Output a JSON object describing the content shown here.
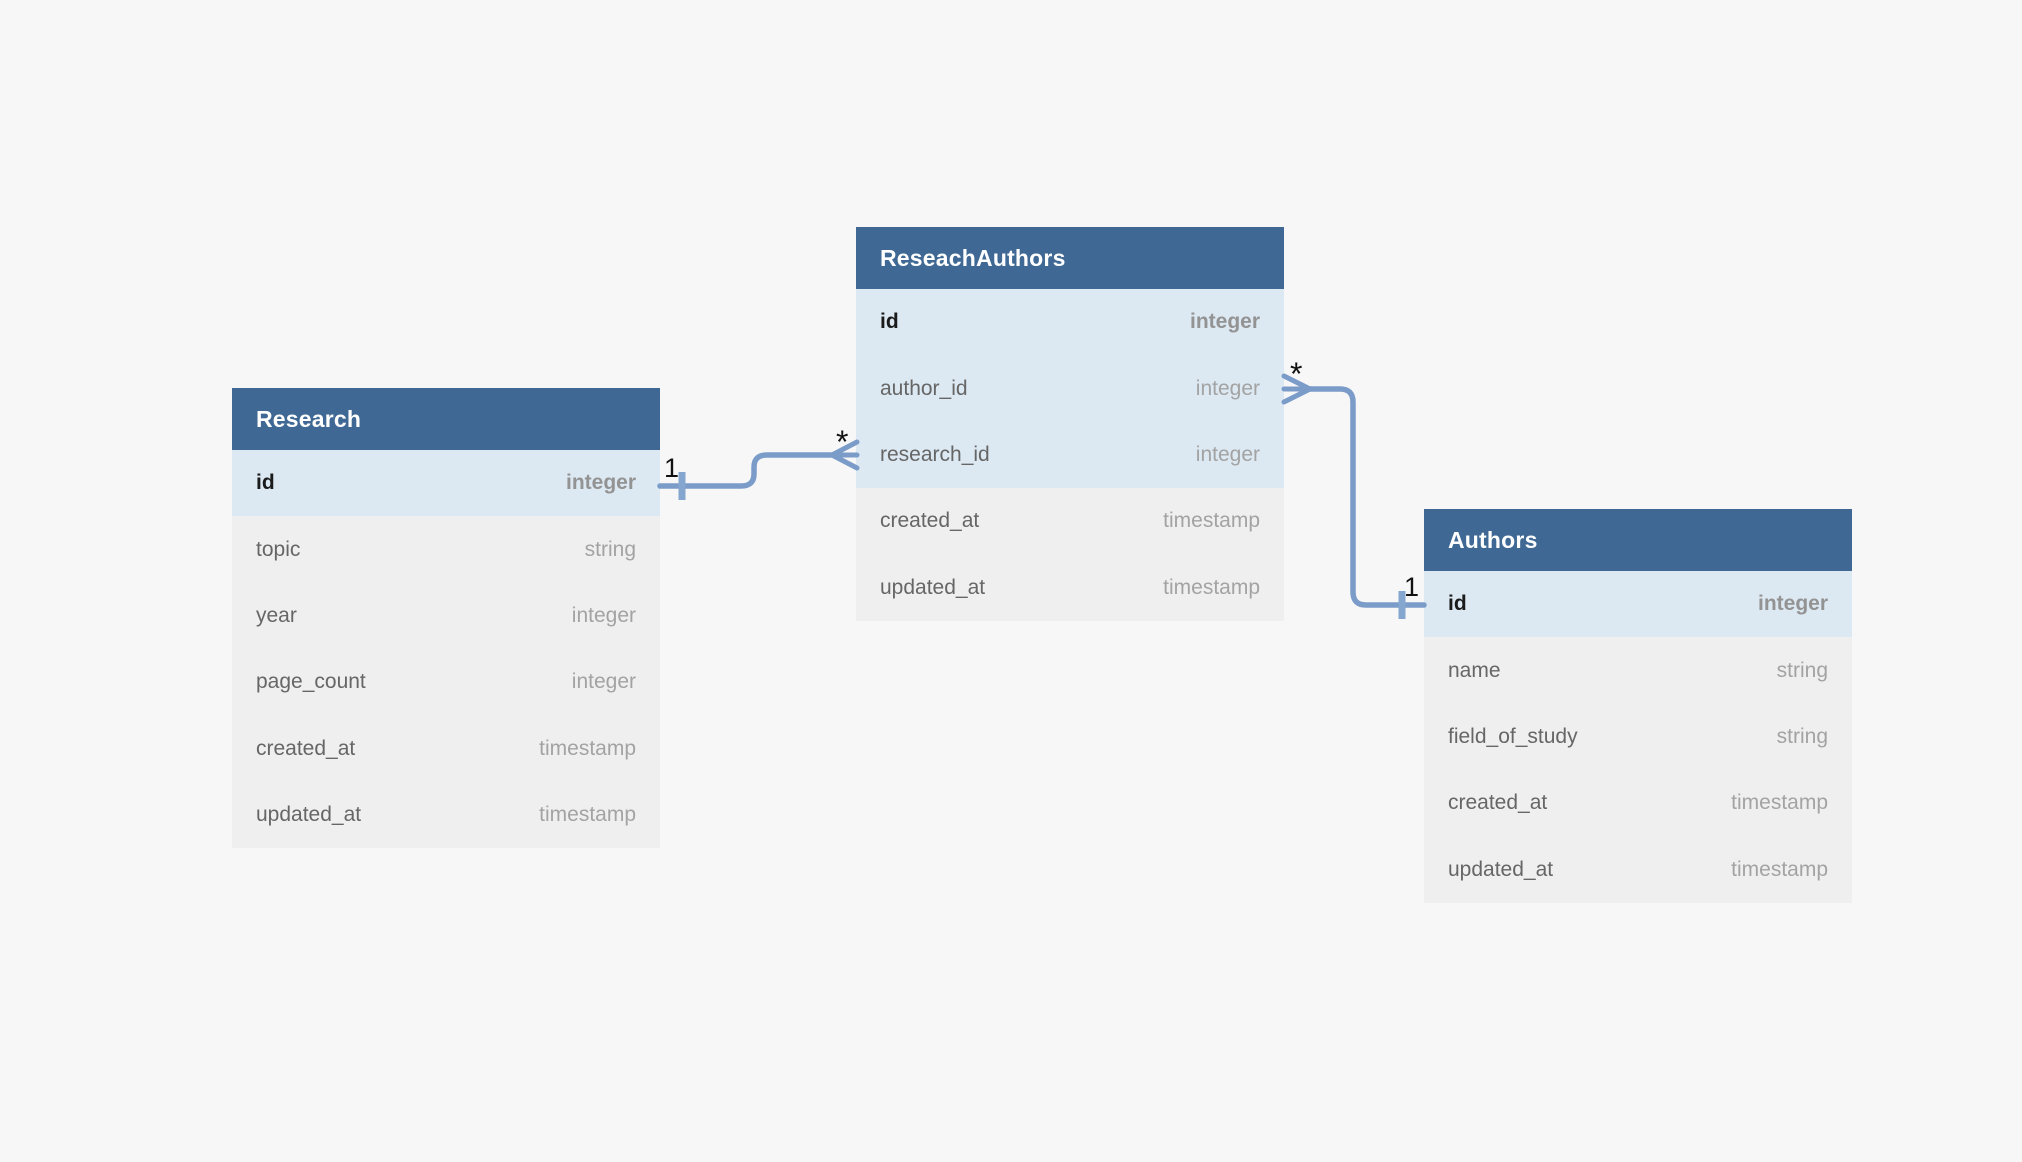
{
  "canvas": {
    "background": "#f7f7f7"
  },
  "colors": {
    "table_header_bg": "#3f6994",
    "table_header_text": "#ffffff",
    "key_row_bg": "#dce8f2",
    "row_bg": "#efefef",
    "field_name_text": "#666666",
    "field_type_text": "#a3a3a3",
    "pk_name_text": "#1b1b1b",
    "connector_line": "#7b9cc9",
    "connector_tick": "#85a6cf",
    "cardinality_label_text": "#111111"
  },
  "tables": [
    {
      "name": "Research",
      "fields": [
        {
          "name": "id",
          "type": "integer",
          "pk": true,
          "highlighted": true
        },
        {
          "name": "topic",
          "type": "string",
          "pk": false,
          "highlighted": false
        },
        {
          "name": "year",
          "type": "integer",
          "pk": false,
          "highlighted": false
        },
        {
          "name": "page_count",
          "type": "integer",
          "pk": false,
          "highlighted": false
        },
        {
          "name": "created_at",
          "type": "timestamp",
          "pk": false,
          "highlighted": false
        },
        {
          "name": "updated_at",
          "type": "timestamp",
          "pk": false,
          "highlighted": false
        }
      ]
    },
    {
      "name": "ReseachAuthors",
      "fields": [
        {
          "name": "id",
          "type": "integer",
          "pk": true,
          "highlighted": true
        },
        {
          "name": "author_id",
          "type": "integer",
          "pk": false,
          "highlighted": true
        },
        {
          "name": "research_id",
          "type": "integer",
          "pk": false,
          "highlighted": true
        },
        {
          "name": "created_at",
          "type": "timestamp",
          "pk": false,
          "highlighted": false
        },
        {
          "name": "updated_at",
          "type": "timestamp",
          "pk": false,
          "highlighted": false
        }
      ]
    },
    {
      "name": "Authors",
      "fields": [
        {
          "name": "id",
          "type": "integer",
          "pk": true,
          "highlighted": true
        },
        {
          "name": "name",
          "type": "string",
          "pk": false,
          "highlighted": false
        },
        {
          "name": "field_of_study",
          "type": "string",
          "pk": false,
          "highlighted": false
        },
        {
          "name": "created_at",
          "type": "timestamp",
          "pk": false,
          "highlighted": false
        },
        {
          "name": "updated_at",
          "type": "timestamp",
          "pk": false,
          "highlighted": false
        }
      ]
    }
  ],
  "relationships": [
    {
      "one_side": "Research.id",
      "many_side": "ReseachAuthors.research_id",
      "one_label": "1",
      "many_label": "*"
    },
    {
      "one_side": "Authors.id",
      "many_side": "ReseachAuthors.author_id",
      "one_label": "1",
      "many_label": "*"
    }
  ]
}
